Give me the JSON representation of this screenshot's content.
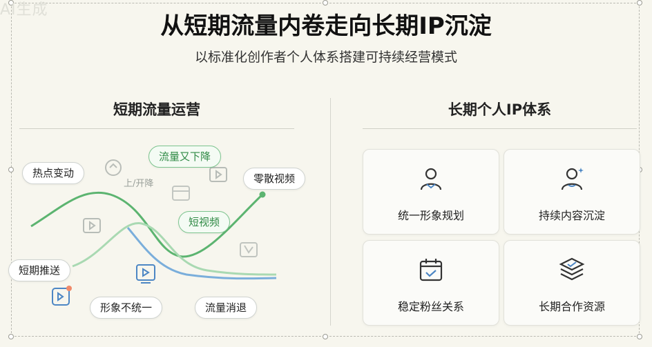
{
  "watermark": "AI生成",
  "title": "从短期流量内卷走向长期IP沉淀",
  "subtitle": "以标准化创作者个人体系搭建可持续经营模式",
  "left": {
    "heading": "短期流量运营",
    "labels": {
      "hot": "热点变动",
      "traffic_drop": "流量又下降",
      "rise_fall": "上/开降",
      "scattered": "零散视频",
      "short_video": "短视频",
      "short_push": "短期推送",
      "inconsistent": "形象不统一",
      "traffic_fade": "流量消退"
    },
    "colors": {
      "green_dark": "#5cb470",
      "green_light": "#a9d9b2",
      "blue": "#7aaedb"
    }
  },
  "right": {
    "heading": "长期个人IP体系",
    "cards": [
      {
        "label": "统一形象规划",
        "icon": "person-icon"
      },
      {
        "label": "持续内容沉淀",
        "icon": "person-sparkle-icon"
      },
      {
        "label": "稳定粉丝关系",
        "icon": "calendar-check-icon"
      },
      {
        "label": "长期合作资源",
        "icon": "stacked-layers-icon"
      }
    ]
  }
}
